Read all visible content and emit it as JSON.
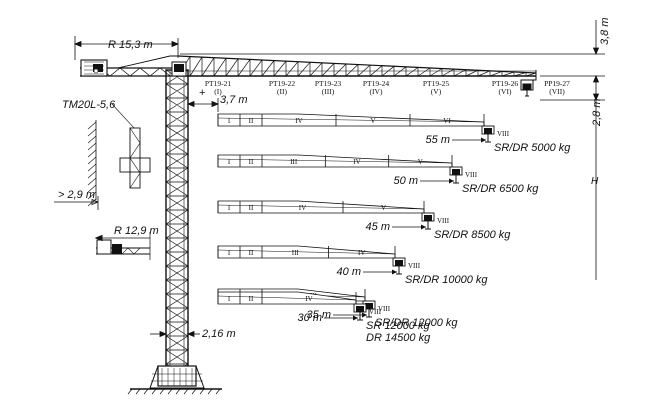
{
  "dimensions": {
    "counter_jib_radius": "R 15,3 m",
    "top_height": "3,8 m",
    "jib_offset": "3,7 m",
    "hook_drop": "2,8 m",
    "height_symbol": "H",
    "base_width": "2,16 m",
    "clearance": "> 2,9 m",
    "small_radius": "R 12,9 m",
    "plus_sign": "+"
  },
  "mast": {
    "label": "TM20L-5,6"
  },
  "jib_sections": [
    {
      "code": "PT19-21",
      "roman": "(I)"
    },
    {
      "code": "PT19-22",
      "roman": "(II)"
    },
    {
      "code": "PT19-23",
      "roman": "(III)"
    },
    {
      "code": "PT19-24",
      "roman": "(IV)"
    },
    {
      "code": "PT19-25",
      "roman": "(V)"
    },
    {
      "code": "PT19-26",
      "roman": "(VI)"
    },
    {
      "code": "PP19-27",
      "roman": "(VII)"
    }
  ],
  "configurations": [
    {
      "radius": "55 m",
      "load": "SR/DR 5000 kg",
      "segments": [
        "I",
        "II",
        "IV",
        "V",
        "VI"
      ],
      "tip": "VIII"
    },
    {
      "radius": "50 m",
      "load": "SR/DR 6500 kg",
      "segments": [
        "I",
        "II",
        "III",
        "IV",
        "V"
      ],
      "tip": "VIII"
    },
    {
      "radius": "45 m",
      "load": "SR/DR 8500 kg",
      "segments": [
        "I",
        "II",
        "IV",
        "V"
      ],
      "tip": "VIII"
    },
    {
      "radius": "40 m",
      "load": "SR/DR 10000 kg",
      "segments": [
        "I",
        "II",
        "III",
        "IV"
      ],
      "tip": "VIII"
    },
    {
      "radius": "35 m",
      "load": "SR/DR 12000 kg",
      "segments": [
        "I",
        "II",
        "III"
      ],
      "tip": "VIII"
    },
    {
      "radius": "30 m",
      "load": "SR 12000 kg",
      "load2": "DR 14500 kg",
      "segments": [
        "I",
        "II",
        "IV"
      ],
      "tip": "VIII"
    }
  ]
}
